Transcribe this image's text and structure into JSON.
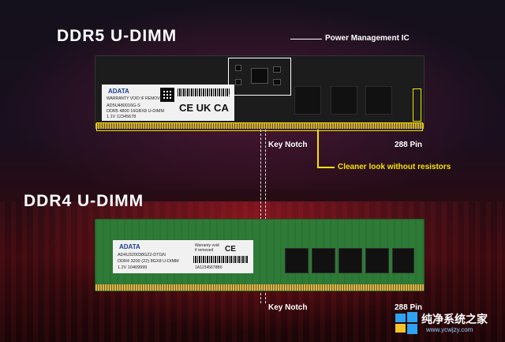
{
  "titles": {
    "ddr5": "DDR5 U-DIMM",
    "ddr4": "DDR4 U-DIMM"
  },
  "callouts": {
    "pmic": "Power Management IC",
    "key_notch_ddr5": "Key Notch",
    "pins_ddr5": "288 Pin",
    "cleaner": "Cleaner look without resistors",
    "key_notch_ddr4": "Key Notch",
    "pins_ddr4": "288 Pin"
  },
  "ddr5_label": {
    "brand": "ADATA",
    "warranty": "WARRANTY VOID IF REMOVED",
    "line1": "AD5U480016G-S",
    "line2": "DDR5 4800 16GBX8 U-DIMM",
    "line3": "1.1V   12345678",
    "marks": "CE UK CA"
  },
  "ddr4_label": {
    "brand": "ADATA",
    "warranty": "Warranty void if removed",
    "line1": "AD4U320038G22-DTGN",
    "line2": "DDR4 3200 (22) 8GX8 U-DIMM",
    "line3": "1.2V     10409999",
    "serial": "1A12345678B0",
    "marks": "CE"
  },
  "watermark": {
    "name": "纯净系统之家",
    "url": "www.ycwjzy.com"
  },
  "colors": {
    "highlight": "#f5e300",
    "ddr4_pcb": "#2e7a37",
    "ddr5_pcb": "#1c1c1c"
  }
}
